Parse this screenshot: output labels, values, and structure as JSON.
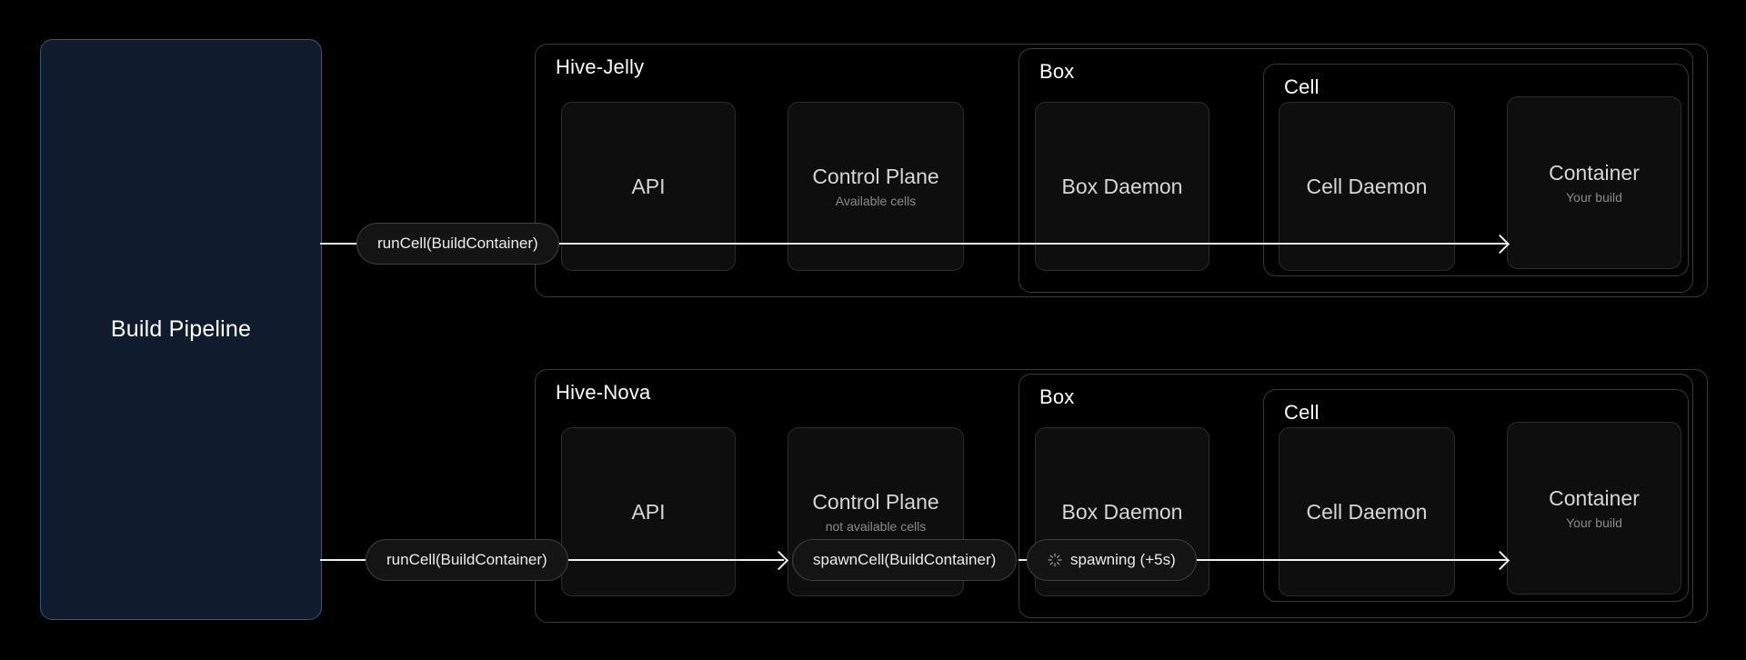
{
  "pipeline": {
    "label": "Build Pipeline"
  },
  "clusters": [
    {
      "name": "Hive-Jelly",
      "box_label": "Box",
      "cell_label": "Cell",
      "nodes": {
        "api": {
          "title": "API",
          "sub": ""
        },
        "control_plane": {
          "title": "Control Plane",
          "sub": "Available cells"
        },
        "box_daemon": {
          "title": "Box Daemon",
          "sub": ""
        },
        "cell_daemon": {
          "title": "Cell Daemon",
          "sub": ""
        },
        "container": {
          "title": "Container",
          "sub": "Your build"
        }
      },
      "edge_labels": [
        {
          "text": "runCell(BuildContainer)",
          "icon": ""
        }
      ]
    },
    {
      "name": "Hive-Nova",
      "box_label": "Box",
      "cell_label": "Cell",
      "nodes": {
        "api": {
          "title": "API",
          "sub": ""
        },
        "control_plane": {
          "title": "Control Plane",
          "sub": "not available cells"
        },
        "box_daemon": {
          "title": "Box Daemon",
          "sub": ""
        },
        "cell_daemon": {
          "title": "Cell Daemon",
          "sub": ""
        },
        "container": {
          "title": "Container",
          "sub": "Your build"
        }
      },
      "edge_labels": [
        {
          "text": "runCell(BuildContainer)",
          "icon": ""
        },
        {
          "text": "spawnCell(BuildContainer)",
          "icon": ""
        },
        {
          "text": "spawning (+5s)",
          "icon": "spinner-icon"
        }
      ]
    }
  ],
  "colors": {
    "background": "#000000",
    "pipeline_fill": "#101c2e",
    "pipeline_border": "#31597f",
    "group_border": "#3a3a3a",
    "node_fill": "#0e0e0e",
    "node_border": "#2b2b2b",
    "edge": "#ededed",
    "text_primary": "#ffffff",
    "text_muted": "#8a8a8a"
  }
}
